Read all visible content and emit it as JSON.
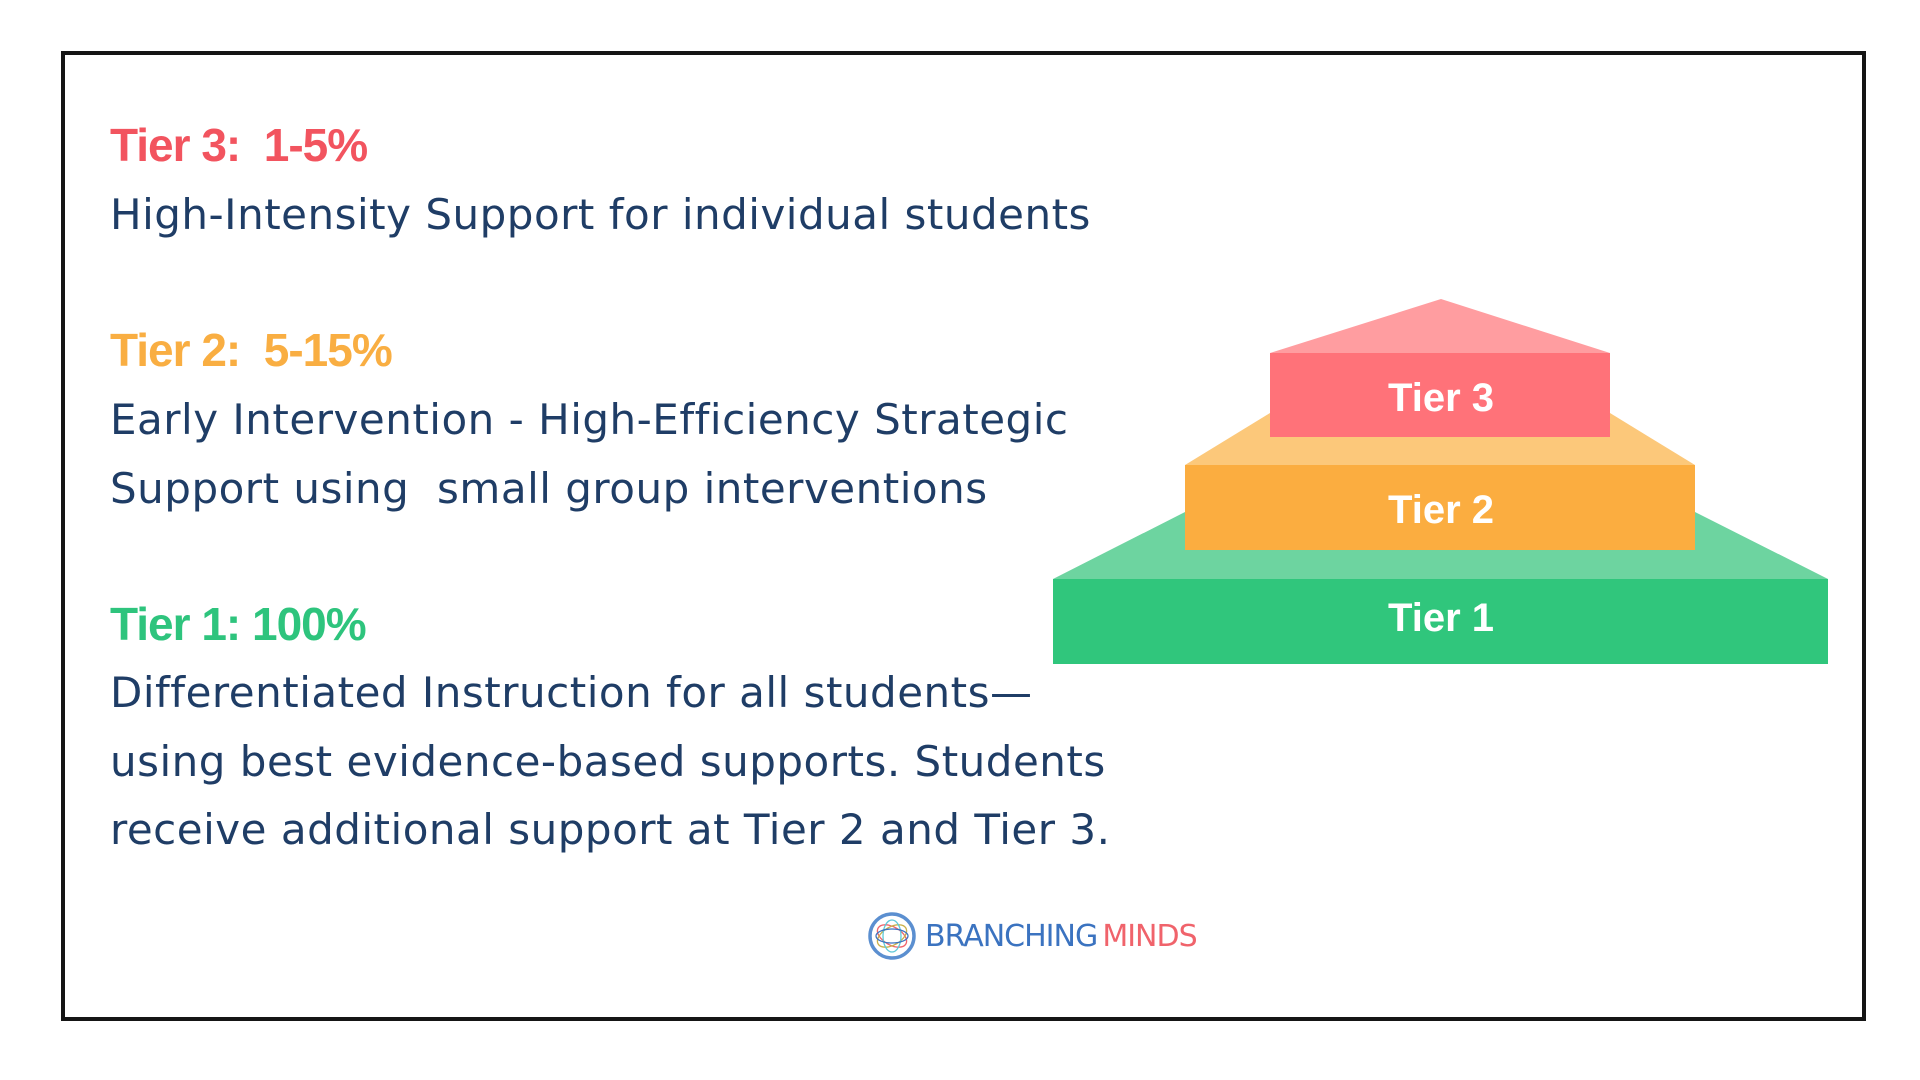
{
  "tiers": [
    {
      "heading": "Tier 3:  1-5%",
      "description": [
        "High-Intensity Support for individual students"
      ],
      "pyramid_label": "Tier 3",
      "color": "#f2545f"
    },
    {
      "heading": "Tier 2:  5-15%",
      "description": [
        "Early Intervention - High-Efficiency Strategic",
        "Support using  small group interventions"
      ],
      "pyramid_label": "Tier 2",
      "color": "#f9ae42"
    },
    {
      "heading": "Tier 1: 100%",
      "description": [
        "Differentiated Instruction for all students—",
        "using best evidence-based supports. Students",
        "receive additional support at Tier 2 and Tier 3."
      ],
      "pyramid_label": "Tier 1",
      "color": "#2ec47d"
    }
  ],
  "logo": {
    "word1": "BRANCHING",
    "word2": "MINDS",
    "color1": "#3b73c0",
    "color2": "#f0636b"
  },
  "text_color": "#1f3d66"
}
